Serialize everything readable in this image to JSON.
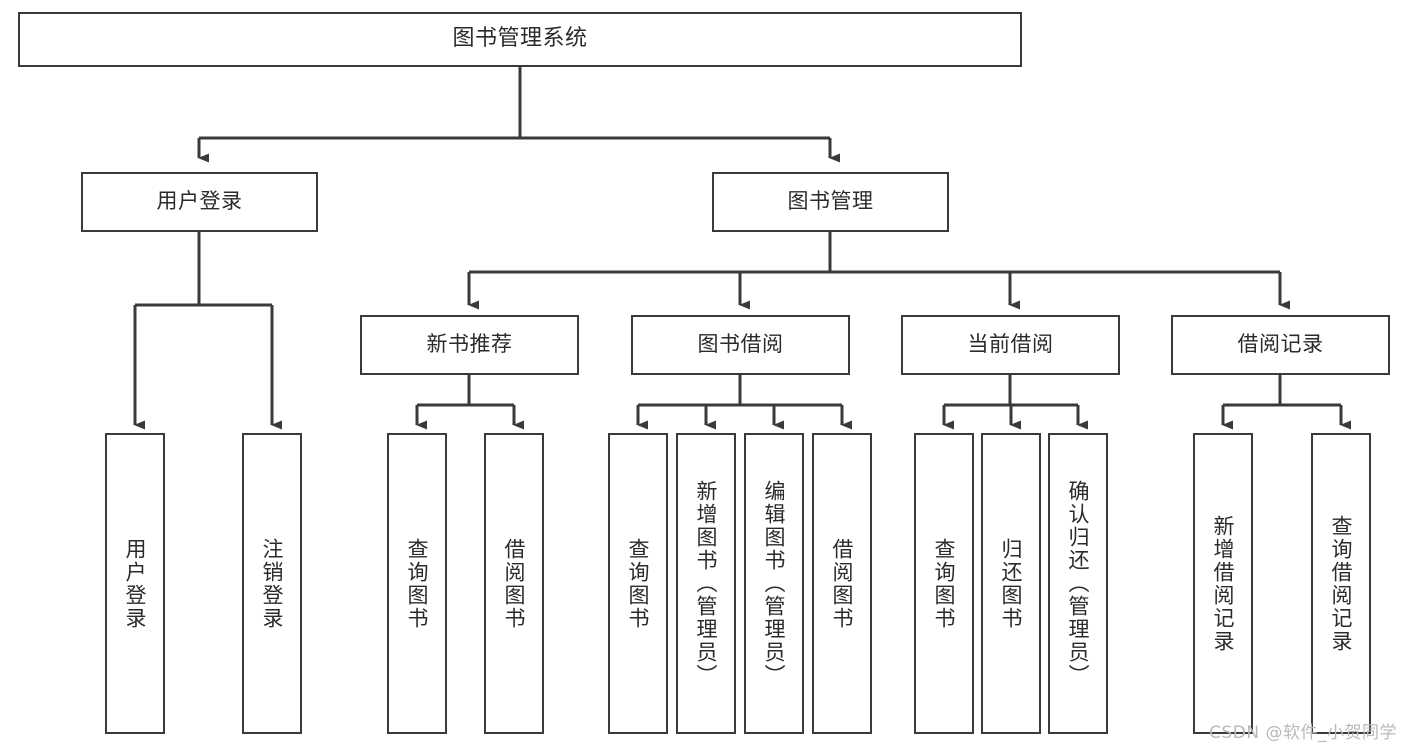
{
  "diagram": {
    "title": "图书管理系统",
    "watermark": "CSDN @软件_小贺同学",
    "line_color": "#3a3a3a",
    "text_color": "#2b2b2b",
    "background": "#ffffff",
    "nodes": {
      "root": "图书管理系统",
      "level2": {
        "user_login": "用户登录",
        "book_manage": "图书管理"
      },
      "level3": {
        "new_book_recommend": "新书推荐",
        "book_borrow": "图书借阅",
        "current_borrow": "当前借阅",
        "borrow_record": "借阅记录"
      },
      "leaves": {
        "user_login_1": "用户登录",
        "user_login_2": "注销登录",
        "new_book_1": "查询图书",
        "new_book_2": "借阅图书",
        "book_borrow_1": "查询图书",
        "book_borrow_2": "新增图书（管理员）",
        "book_borrow_3": "编辑图书（管理员）",
        "book_borrow_4": "借阅图书",
        "current_borrow_1": "查询图书",
        "current_borrow_2": "归还图书",
        "current_borrow_3": "确认归还（管理员）",
        "borrow_record_1": "新增借阅记录",
        "borrow_record_2": "查询借阅记录"
      }
    }
  }
}
